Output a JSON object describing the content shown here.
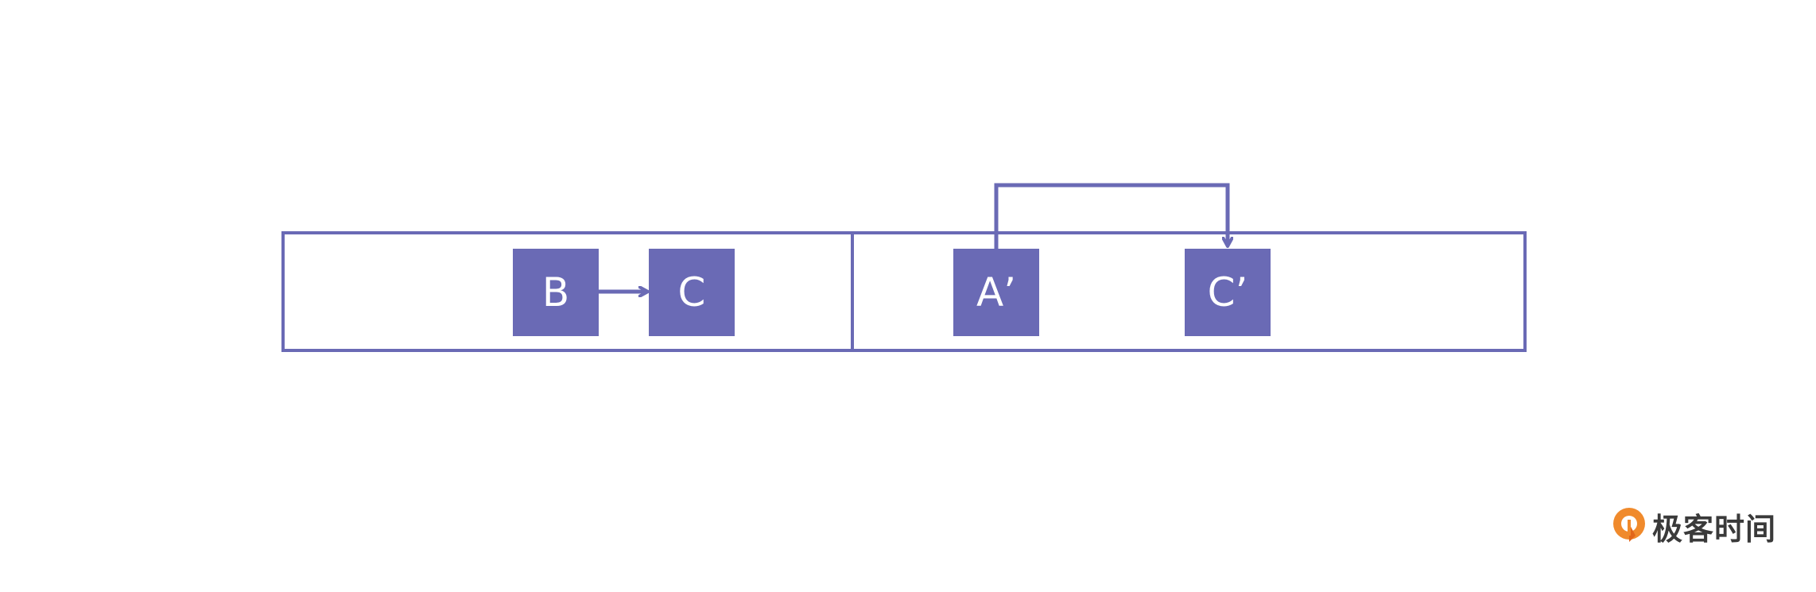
{
  "colors": {
    "primary": "#6a6ab5",
    "node_text": "#ffffff",
    "logo_orange": "#f08a2c",
    "logo_text": "#3a3a3a"
  },
  "nodes": {
    "b": "B",
    "c": "C",
    "a_prime": "A’",
    "c_prime": "C’"
  },
  "logo": {
    "text": "极客时间",
    "icon": "geektime-logo-icon"
  }
}
